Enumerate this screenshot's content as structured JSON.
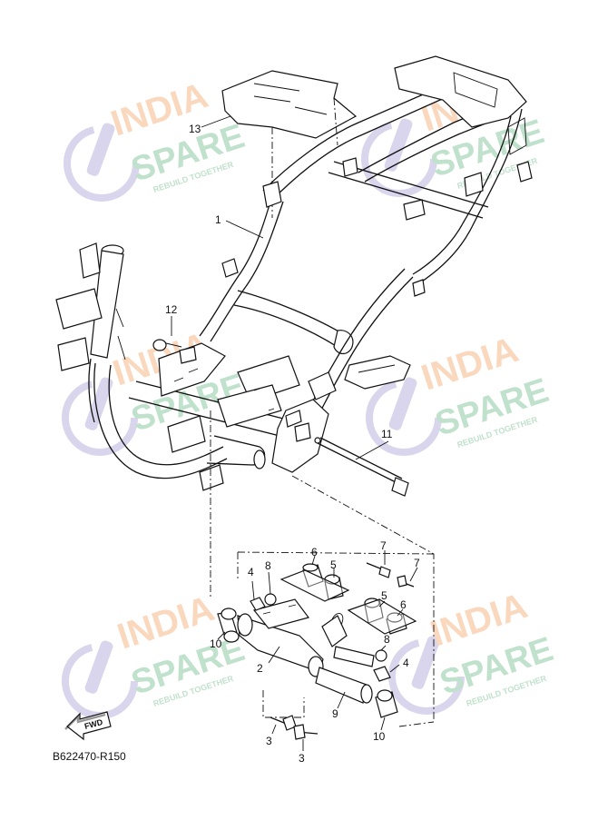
{
  "diagram_code": "B622470-R150",
  "fwd_label": "FWD",
  "callouts": [
    "1",
    "2",
    "3",
    "3",
    "4",
    "4",
    "5",
    "5",
    "6",
    "6",
    "7",
    "7",
    "8",
    "8",
    "9",
    "10",
    "10",
    "11",
    "12",
    "13"
  ],
  "watermark": {
    "line1": "INDIA",
    "line2": "SPARE",
    "tagline": "REBUILD TOGETHER",
    "colors": {
      "india": "#f6b98a",
      "spare": "#8ec9a4",
      "icon": "#b9b3df"
    }
  }
}
